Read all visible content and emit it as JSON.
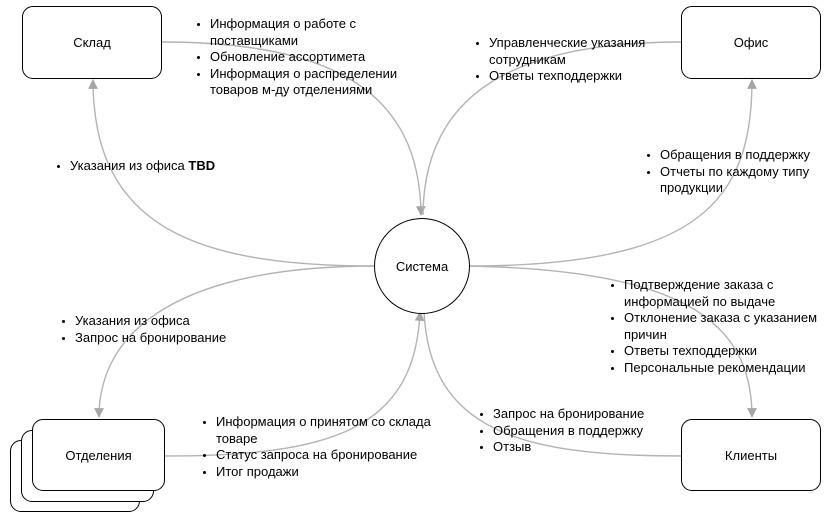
{
  "nodes": {
    "warehouse": "Склад",
    "office": "Офис",
    "system": "Система",
    "branches": "Отделения",
    "clients": "Клиенты"
  },
  "labels": {
    "warehouse_to_system": [
      "Информация о работе с поставщиками",
      "Обновление ассортимета",
      "Информация о распределении товаров м-ду отделениями"
    ],
    "office_to_system": [
      "Управленческие указания сотрудникам",
      "Ответы техподдержки"
    ],
    "system_to_warehouse": {
      "text": "Указания из офиса ",
      "bold": "TBD"
    },
    "system_to_office": [
      "Обращения в поддержку",
      "Отчеты по каждому типу продукции"
    ],
    "system_to_branches": [
      "Указания из офиса",
      "Запрос на бронирование"
    ],
    "system_to_clients": [
      "Подтверждение заказа с информацией по выдаче",
      "Отклонение заказа с указанием причин",
      "Ответы техподдержки",
      "Персональные рекомендации"
    ],
    "branches_to_system": [
      "Информация о принятом со склада товаре",
      "Статус запроса на бронирование",
      "Итог продажи"
    ],
    "clients_to_system": [
      "Запрос на бронирование",
      "Обращения в поддержку",
      "Отзыв"
    ]
  }
}
